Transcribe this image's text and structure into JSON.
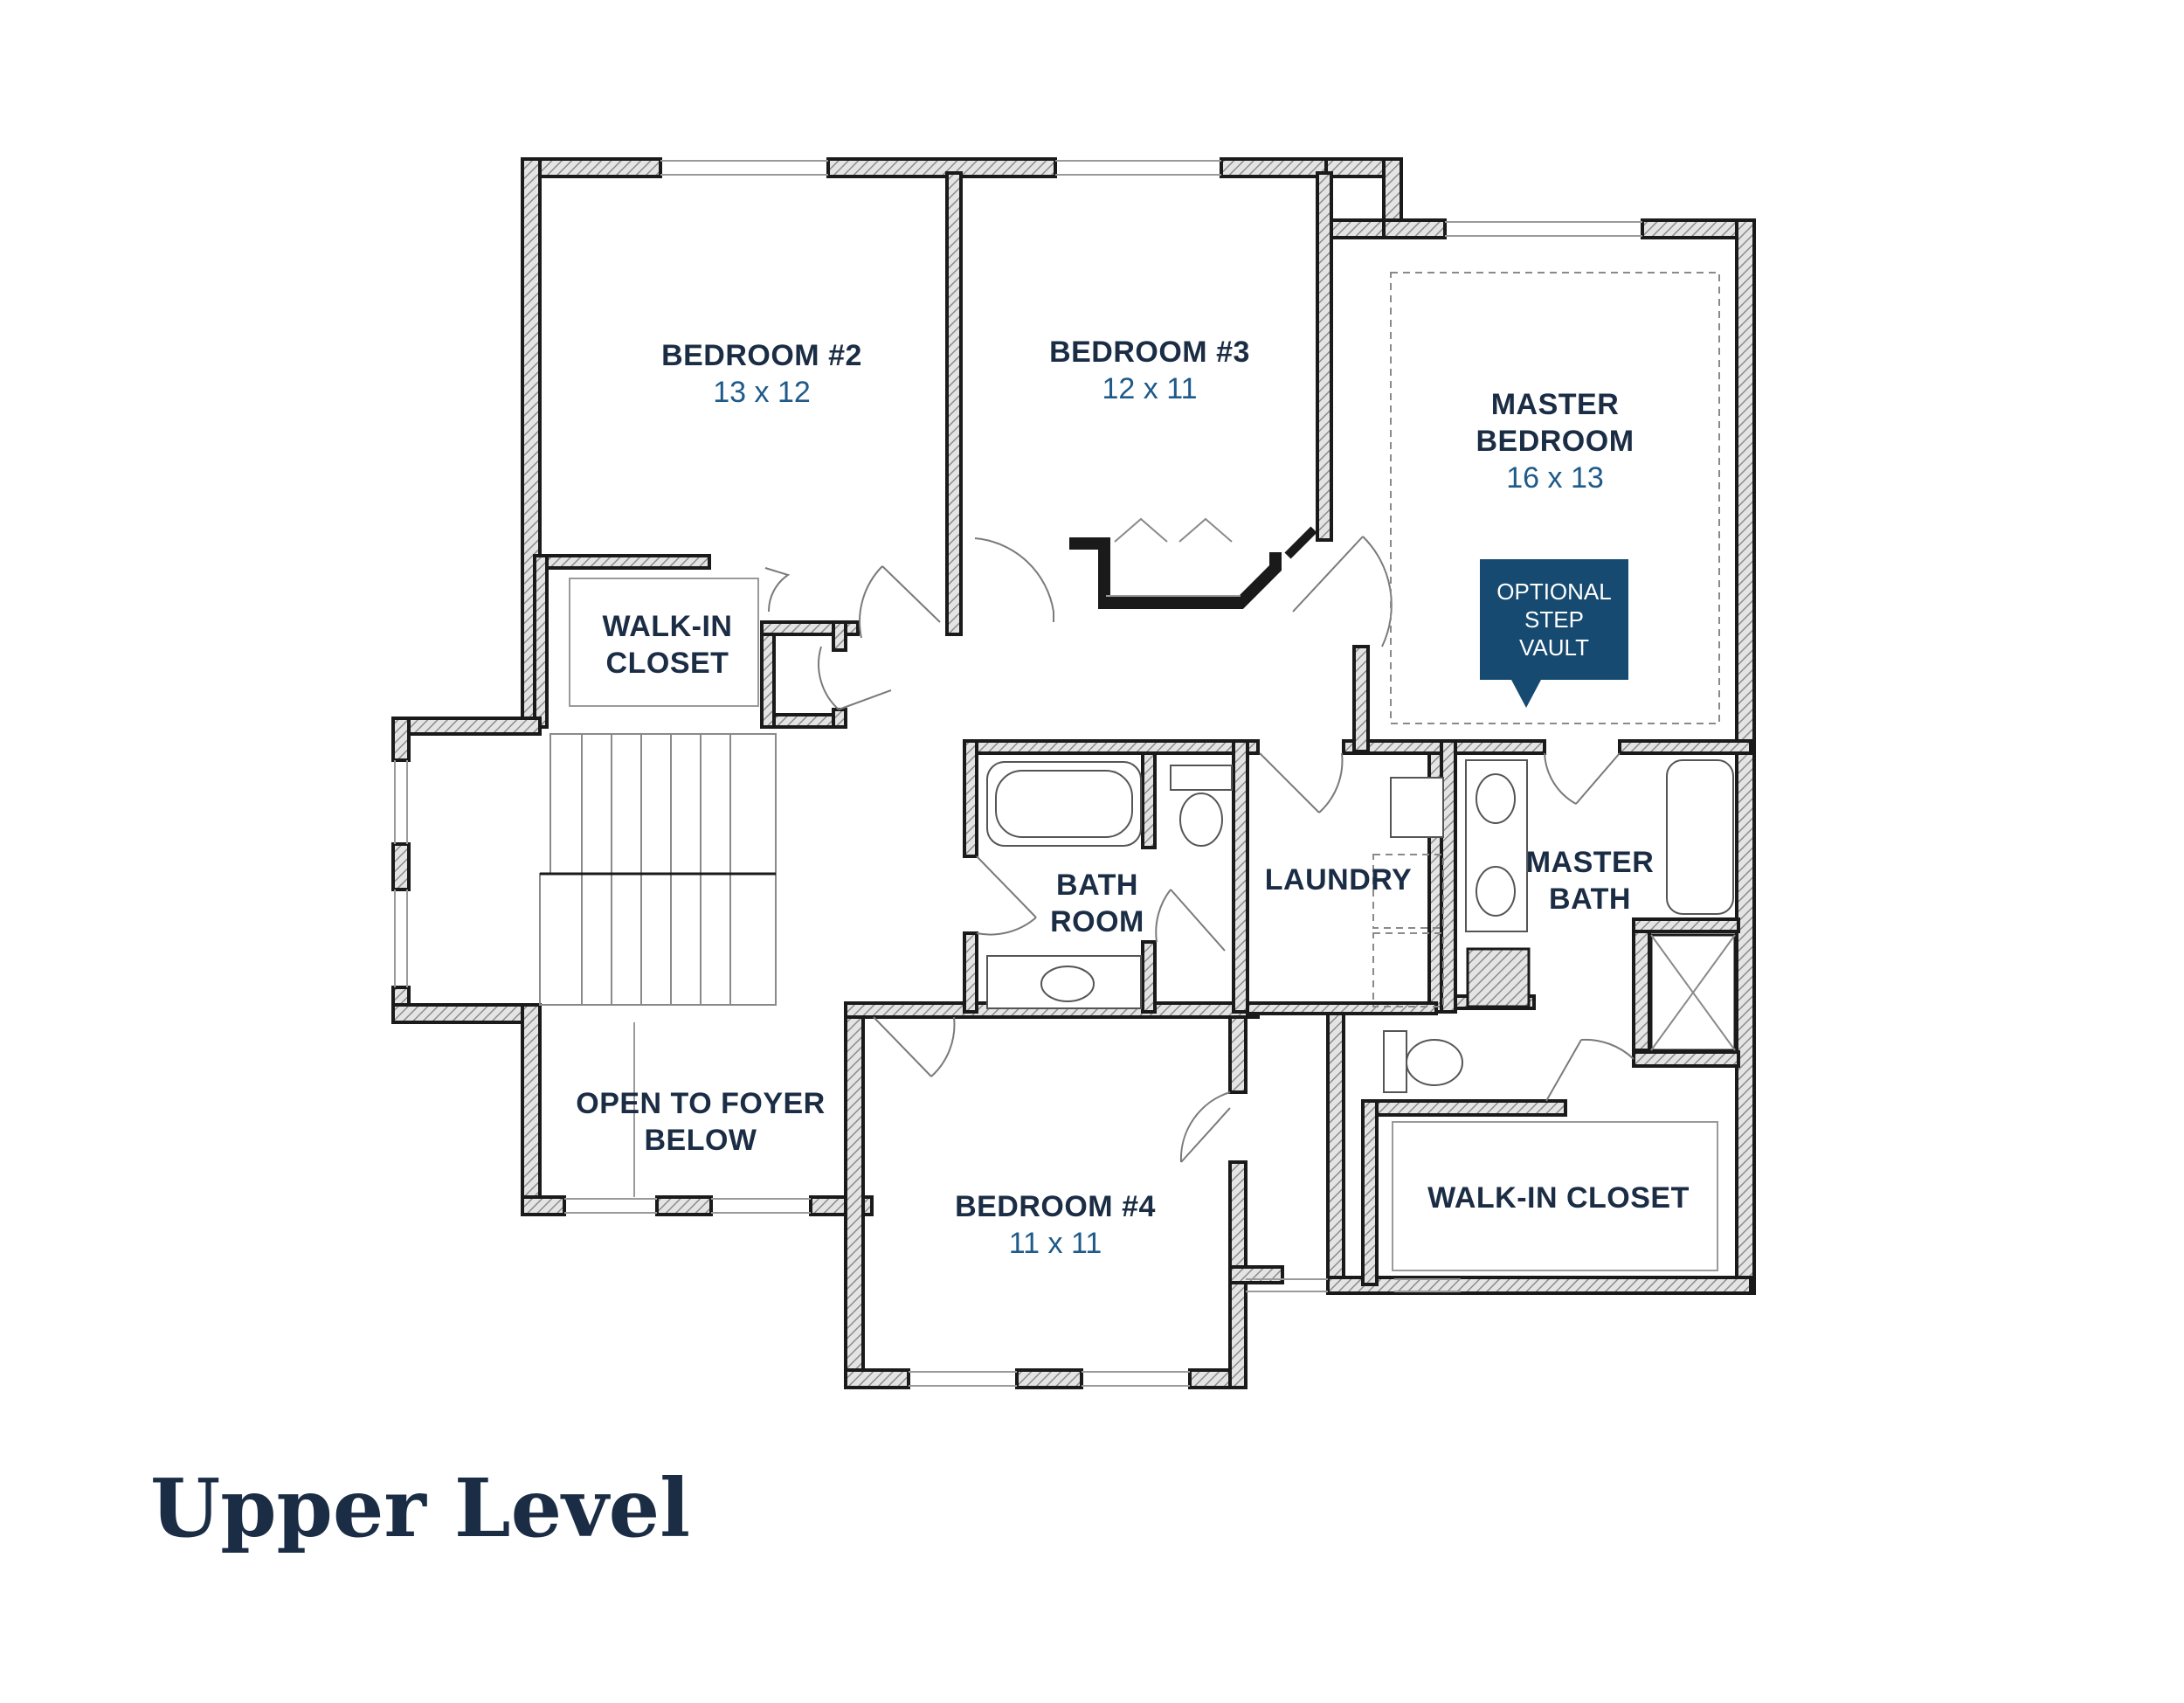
{
  "rooms": {
    "bedroom2": {
      "name": "BEDROOM #2",
      "dim": "13 x 12"
    },
    "bedroom3": {
      "name": "BEDROOM #3",
      "dim": "12 x 11"
    },
    "master_bedroom": {
      "name_line1": "MASTER",
      "name_line2": "BEDROOM",
      "dim": "16 x 13"
    },
    "walkin_closet_small": {
      "line1": "WALK-IN",
      "line2": "CLOSET"
    },
    "bathroom": {
      "line1": "BATH",
      "line2": "ROOM"
    },
    "laundry": {
      "name": "LAUNDRY"
    },
    "master_bath": {
      "line1": "MASTER",
      "line2": "BATH"
    },
    "open_to_foyer": {
      "line1": "OPEN TO FOYER",
      "line2": "BELOW"
    },
    "bedroom4": {
      "name": "BEDROOM #4",
      "dim": "11 x 11"
    },
    "walkin_closet_master": {
      "name": "WALK-IN CLOSET"
    }
  },
  "callout": {
    "line1": "OPTIONAL",
    "line2": "STEP",
    "line3": "VAULT",
    "color": "#164a70"
  },
  "title": "Upper Level",
  "colors": {
    "text_dark": "#1b2d45",
    "dimension": "#1e5a8a",
    "wall_fill": "#d9d9d9",
    "wall_outline": "#1a1a1a"
  }
}
